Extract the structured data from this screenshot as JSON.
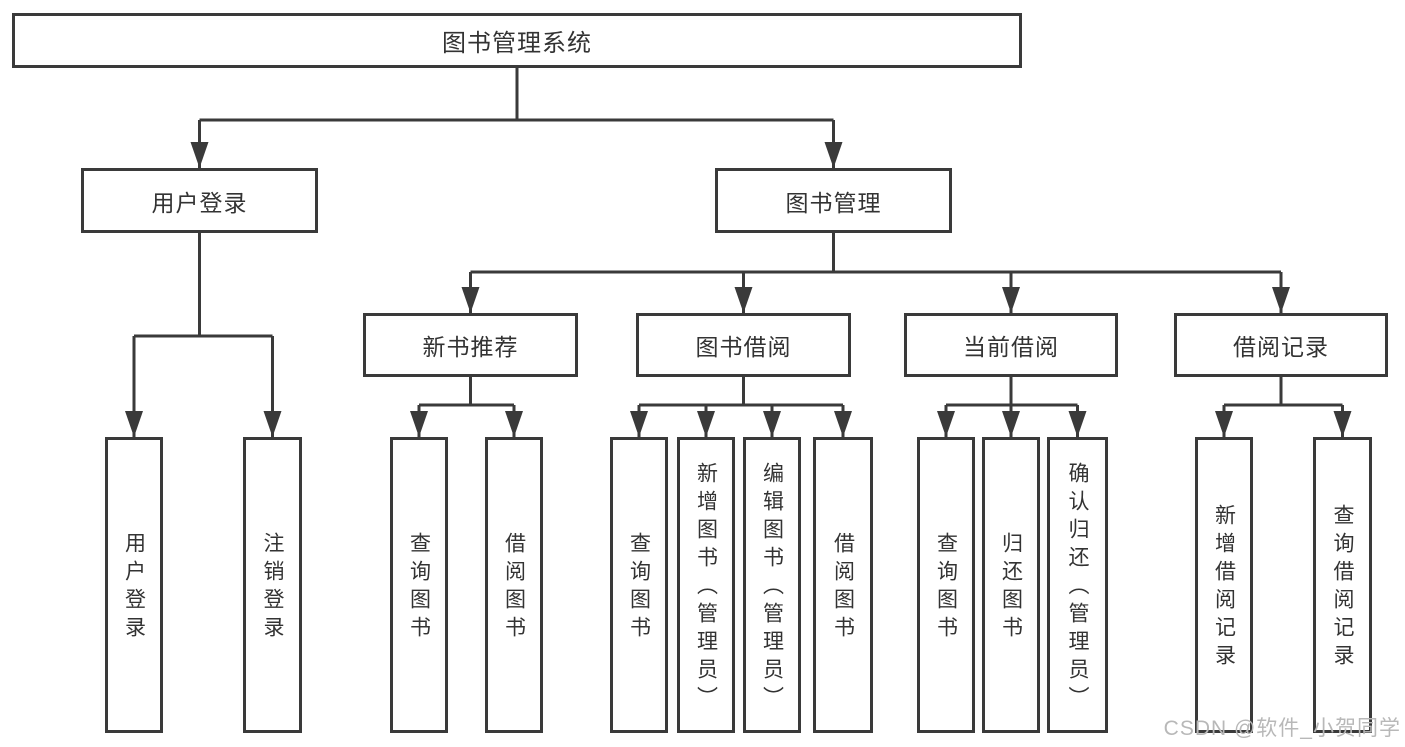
{
  "diagram": {
    "root": {
      "label": "图书管理系统",
      "children": [
        {
          "label": "用户登录",
          "children": [
            {
              "label": "用户登录"
            },
            {
              "label": "注销登录"
            }
          ]
        },
        {
          "label": "图书管理",
          "children": [
            {
              "label": "新书推荐",
              "children": [
                {
                  "label": "查询图书"
                },
                {
                  "label": "借阅图书"
                }
              ]
            },
            {
              "label": "图书借阅",
              "children": [
                {
                  "label": "查询图书"
                },
                {
                  "label": "新增图书（管理员）"
                },
                {
                  "label": "编辑图书（管理员）"
                },
                {
                  "label": "借阅图书"
                }
              ]
            },
            {
              "label": "当前借阅",
              "children": [
                {
                  "label": "查询图书"
                },
                {
                  "label": "归还图书"
                },
                {
                  "label": "确认归还（管理员）"
                }
              ]
            },
            {
              "label": "借阅记录",
              "children": [
                {
                  "label": "新增借阅记录"
                },
                {
                  "label": "查询借阅记录"
                }
              ]
            }
          ]
        }
      ]
    }
  },
  "watermark": {
    "text": "CSDN @软件_小贺同学"
  },
  "colors": {
    "line": "#3a3a3a",
    "box_border": "#3a3a3a",
    "text": "#333333",
    "watermark": "#b8b8b8",
    "background": "#ffffff"
  }
}
